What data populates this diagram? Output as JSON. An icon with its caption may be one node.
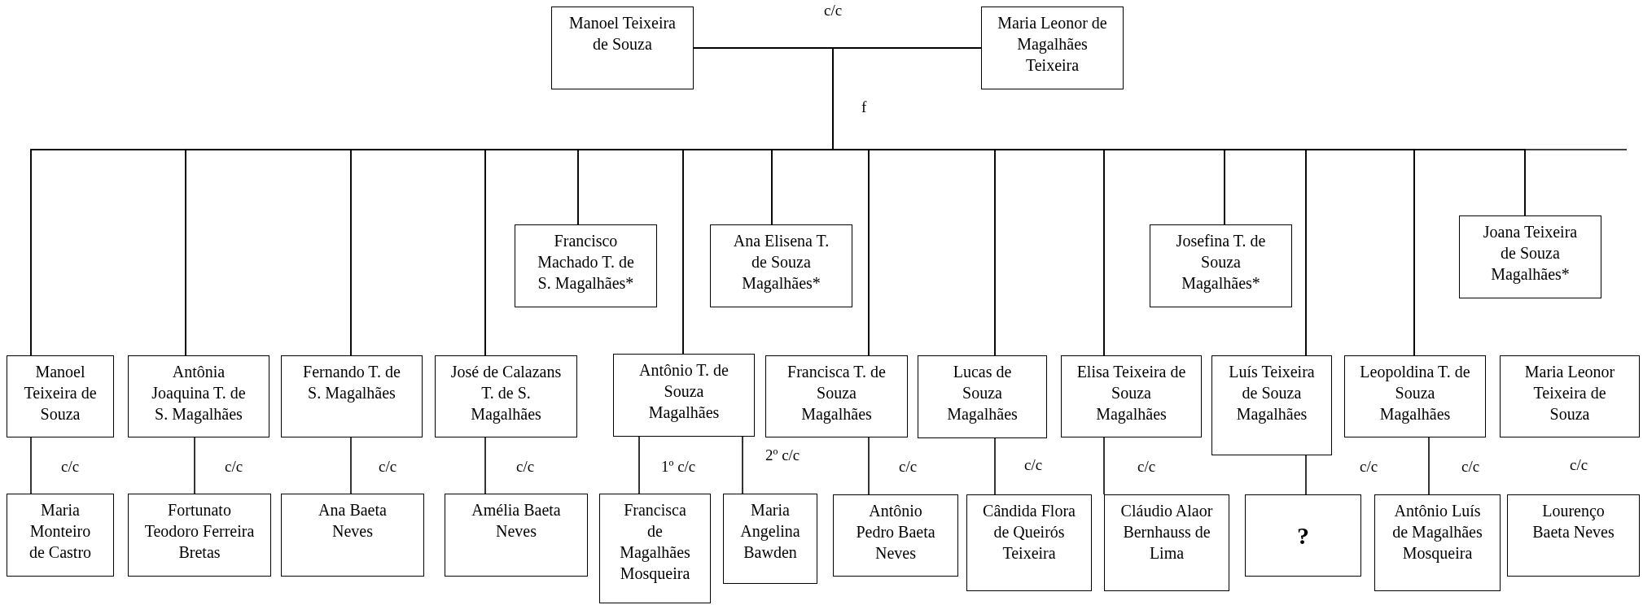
{
  "diagram": {
    "nodes": [
      {
        "text": [
          "Manoel Teixeira de Souza"
        ]
      },
      {
        "text": [
          "Maria Leonor de Magalhães Teixeira"
        ]
      },
      {
        "text": [
          "Francisco Machado T. de S. Magalhães*"
        ]
      },
      {
        "text": [
          "Ana Elisena T. de Souza Magalhães*"
        ]
      },
      {
        "text": [
          "Josefina T. de Souza Magalhães*"
        ]
      },
      {
        "text": [
          "Joana Teixeira de Souza Magalhães*"
        ]
      },
      {
        "text": [
          "Manoel Teixeira de Souza"
        ]
      },
      {
        "text": [
          "Antônia Joaquina T. de S. Magalhães"
        ]
      },
      {
        "text": [
          "Fernando T. de S. Magalhães"
        ]
      },
      {
        "text": [
          "José de Calazans T. de S. Magalhães"
        ]
      },
      {
        "text": [
          "Antônio T. de Souza Magalhães"
        ]
      },
      {
        "text": [
          "Francisca T. de Souza Magalhães"
        ]
      },
      {
        "text": [
          "Lucas de Souza Magalhães"
        ]
      },
      {
        "text": [
          "Elisa Teixeira de Souza Magalhães"
        ]
      },
      {
        "text": [
          "Luís Teixeira de Souza Magalhães"
        ]
      },
      {
        "text": [
          "Leopoldina T. de Souza Magalhães"
        ]
      },
      {
        "text": [
          "Maria Leonor Teixeira de Souza"
        ]
      },
      {
        "text": [
          "Maria Monteiro de Castro"
        ]
      },
      {
        "text": [
          "Fortunato Teodoro Ferreira Bretas"
        ]
      },
      {
        "text": [
          "Ana Baeta Neves"
        ]
      },
      {
        "text": [
          "Amélia Baeta Neves"
        ]
      },
      {
        "text": [
          "Francisca de Magalhães Mosqueira"
        ]
      },
      {
        "text": [
          "Maria Angelina Bawden"
        ]
      },
      {
        "text": [
          "Antônio Pedro Baeta Neves"
        ]
      },
      {
        "text": [
          "Cândida Flora de Queirós Teixeira"
        ]
      },
      {
        "text": [
          "Cláudio Alaor Bernhauss de Lima"
        ]
      },
      {
        "text": [
          "?"
        ]
      },
      {
        "text": [
          "Antônio Luís de Magalhães Mosqueira"
        ]
      },
      {
        "text": [
          "Lourenço Baeta Neves"
        ]
      }
    ],
    "edges": [
      {
        "from": 0,
        "to": 1,
        "arrow": "none",
        "label": "c/c"
      },
      {
        "from": 0,
        "to": 6,
        "arrow": "none"
      },
      {
        "from": 1,
        "to": 6,
        "arrow": "none"
      },
      {
        "from": 0,
        "to": 7,
        "arrow": "none"
      },
      {
        "from": 1,
        "to": 7,
        "arrow": "none"
      },
      {
        "from": 0,
        "to": 8,
        "arrow": "none"
      },
      {
        "from": 1,
        "to": 8,
        "arrow": "none"
      },
      {
        "from": 0,
        "to": 9,
        "arrow": "none"
      },
      {
        "from": 1,
        "to": 9,
        "arrow": "none"
      },
      {
        "from": 0,
        "to": 2,
        "arrow": "none"
      },
      {
        "from": 1,
        "to": 2,
        "arrow": "none"
      },
      {
        "from": 0,
        "to": 10,
        "arrow": "none"
      },
      {
        "from": 1,
        "to": 10,
        "arrow": "none"
      },
      {
        "from": 0,
        "to": 3,
        "arrow": "none"
      },
      {
        "from": 1,
        "to": 3,
        "arrow": "none"
      },
      {
        "from": 0,
        "to": 11,
        "arrow": "none"
      },
      {
        "from": 1,
        "to": 11,
        "arrow": "none"
      },
      {
        "from": 0,
        "to": 12,
        "arrow": "none"
      },
      {
        "from": 1,
        "to": 12,
        "arrow": "none"
      },
      {
        "from": 0,
        "to": 13,
        "arrow": "none"
      },
      {
        "from": 1,
        "to": 13,
        "arrow": "none"
      },
      {
        "from": 0,
        "to": 4,
        "arrow": "none"
      },
      {
        "from": 1,
        "to": 4,
        "arrow": "none"
      },
      {
        "from": 0,
        "to": 14,
        "arrow": "none"
      },
      {
        "from": 1,
        "to": 14,
        "arrow": "none"
      },
      {
        "from": 0,
        "to": 15,
        "arrow": "none"
      },
      {
        "from": 1,
        "to": 15,
        "arrow": "none"
      },
      {
        "from": 0,
        "to": 5,
        "arrow": "none"
      },
      {
        "from": 1,
        "to": 5,
        "arrow": "none"
      },
      {
        "from": 6,
        "to": 17,
        "arrow": "none",
        "label": "c/c"
      },
      {
        "from": 7,
        "to": 18,
        "arrow": "none",
        "label": "c/c"
      },
      {
        "from": 8,
        "to": 19,
        "arrow": "none",
        "label": "c/c"
      },
      {
        "from": 9,
        "to": 20,
        "arrow": "none",
        "label": "c/c"
      },
      {
        "from": 10,
        "to": 21,
        "arrow": "none",
        "label": "1º c/c"
      },
      {
        "from": 10,
        "to": 22,
        "arrow": "none",
        "label": "2º c/c"
      },
      {
        "from": 11,
        "to": 23,
        "arrow": "none",
        "label": "c/c"
      },
      {
        "from": 12,
        "to": 24,
        "arrow": "none",
        "label": "c/c"
      },
      {
        "from": 13,
        "to": 25,
        "arrow": "none",
        "label": "c/c"
      },
      {
        "from": 14,
        "to": 26,
        "arrow": "none",
        "label": "c/c"
      },
      {
        "from": 15,
        "to": 27,
        "arrow": "none",
        "label": "c/c"
      }
    ],
    "labels": [
      "f",
      "c/c"
    ]
  }
}
